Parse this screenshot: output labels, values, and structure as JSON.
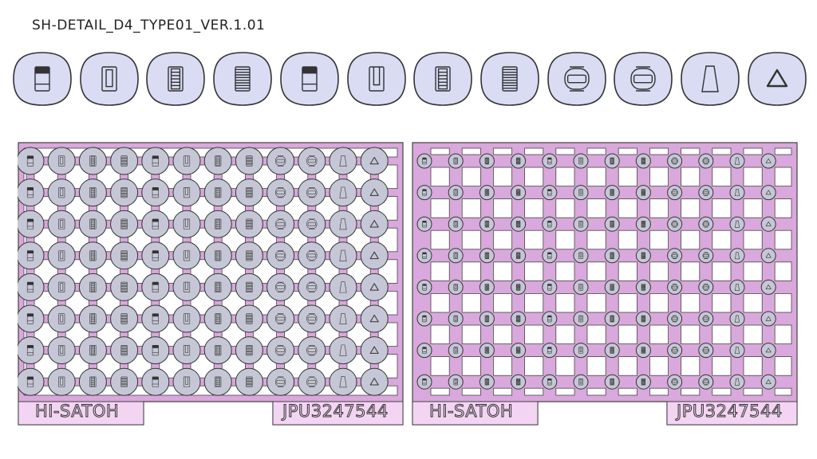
{
  "title": "SH-DETAIL_D4_TYPE01_VER.1.01",
  "colors": {
    "frame": "#d9a8dc",
    "frame_stroke": "#444444",
    "part_fill_top": "#d9dcf3",
    "part_fill_sheet": "#c6c7d6",
    "part_stroke": "#333333",
    "label_fill": "#f3d5f3"
  },
  "icons": [
    {
      "name": "panel-stripe-top-icon"
    },
    {
      "name": "panel-slot-icon"
    },
    {
      "name": "panel-ladder-icon"
    },
    {
      "name": "panel-stripes-icon"
    },
    {
      "name": "panel-stripe-top-icon"
    },
    {
      "name": "panel-u-slot-icon"
    },
    {
      "name": "panel-ladder-icon"
    },
    {
      "name": "panel-stripes-icon"
    },
    {
      "name": "clamp-band-icon"
    },
    {
      "name": "clamp-band-icon"
    },
    {
      "name": "tapered-block-icon"
    },
    {
      "name": "triangle-icon"
    }
  ],
  "sheets": [
    {
      "name": "sheet-left",
      "style": "large",
      "brand_label": "HI-SATOH",
      "code_label": "JPU3247544",
      "rows": 8,
      "cols": 12
    },
    {
      "name": "sheet-right",
      "style": "small",
      "brand_label": "HI-SATOH",
      "code_label": "JPU3247544",
      "rows": 8,
      "cols": 12
    }
  ]
}
